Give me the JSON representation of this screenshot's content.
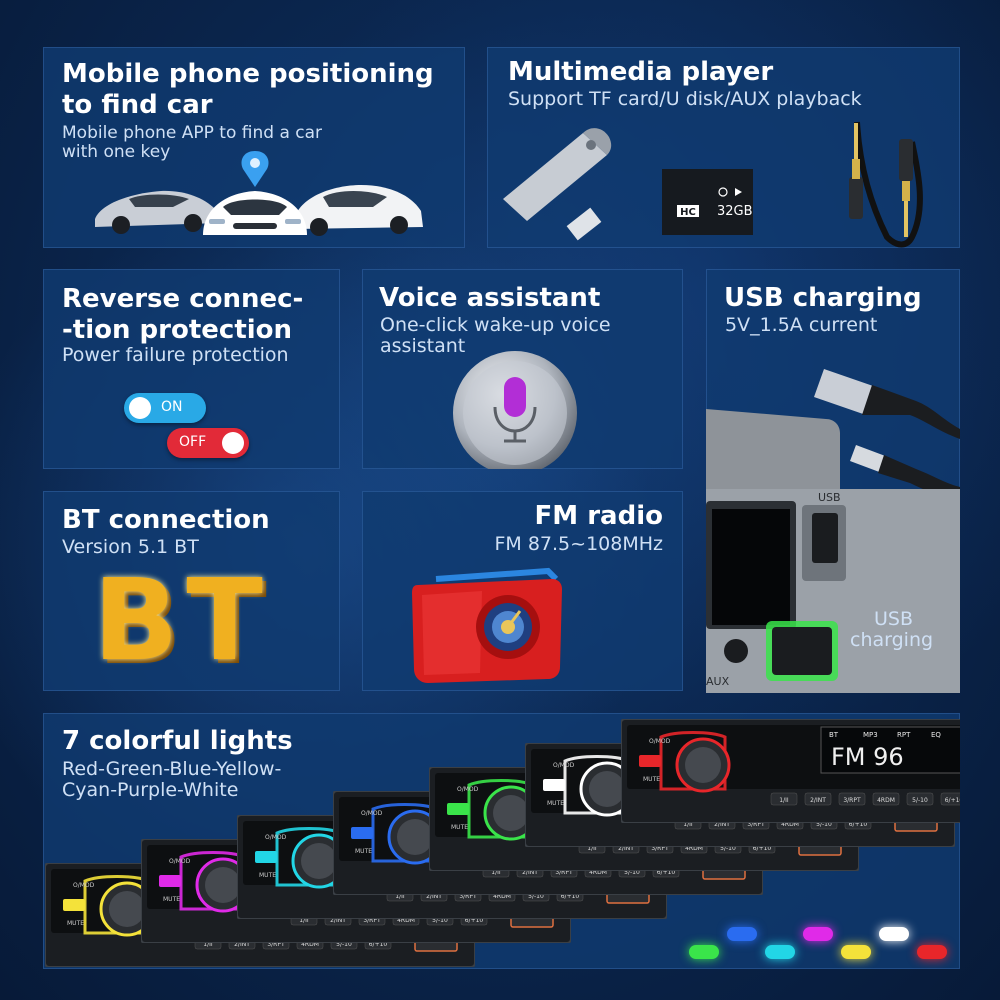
{
  "panels": {
    "mobile": {
      "title_line1": "Mobile phone positioning",
      "title_line2": "to find car",
      "sub_line1": "Mobile phone APP to find a car",
      "sub_line2": "with one key"
    },
    "multimedia": {
      "title": "Multimedia player",
      "subtitle": "Support TF card/U disk/AUX playback",
      "sd_label": "32GB",
      "sd_logo": "HC"
    },
    "reverse": {
      "title_line1": "Reverse connec-",
      "title_line2": "-tion protection",
      "subtitle": "Power failure protection",
      "toggle_on": "ON",
      "toggle_off": "OFF"
    },
    "voice": {
      "title": "Voice assistant",
      "sub_line1": "One-click wake-up voice",
      "sub_line2": "assistant"
    },
    "usb": {
      "title": "USB charging",
      "subtitle": "5V_1.5A current",
      "caption_line1": "USB",
      "caption_line2": "charging",
      "port_label": "USB",
      "aux_label": "AUX"
    },
    "bt": {
      "title": "BT connection",
      "subtitle": "Version 5.1 BT",
      "logo": "BT"
    },
    "fm": {
      "title": "FM radio",
      "subtitle": "FM 87.5~108MHz"
    },
    "lights": {
      "title": "7 colorful lights",
      "sub_line1": "Red-Green-Blue-Yellow-",
      "sub_line2": "Cyan-Purple-White",
      "button_labels": [
        "1/II",
        "2/INT",
        "3/RPT",
        "4RDM",
        "5/-10",
        "6/+10"
      ],
      "mode_label": "O/MOD",
      "mute_label": "MUTE",
      "display_text": "FM 96",
      "display_tags": [
        "BT",
        "MP3",
        "RPT",
        "EQ"
      ],
      "units": [
        {
          "color": "#f4e23a"
        },
        {
          "color": "#e02ae8"
        },
        {
          "color": "#22d6e6"
        },
        {
          "color": "#2a6cf0"
        },
        {
          "color": "#3ae44a"
        },
        {
          "color": "#ffffff"
        },
        {
          "color": "#e8262a"
        }
      ],
      "swatches": [
        "#3ae44a",
        "#2a6cf0",
        "#22d6e6",
        "#e02ae8",
        "#f4e23a",
        "#ffffff",
        "#e8262a"
      ]
    }
  }
}
